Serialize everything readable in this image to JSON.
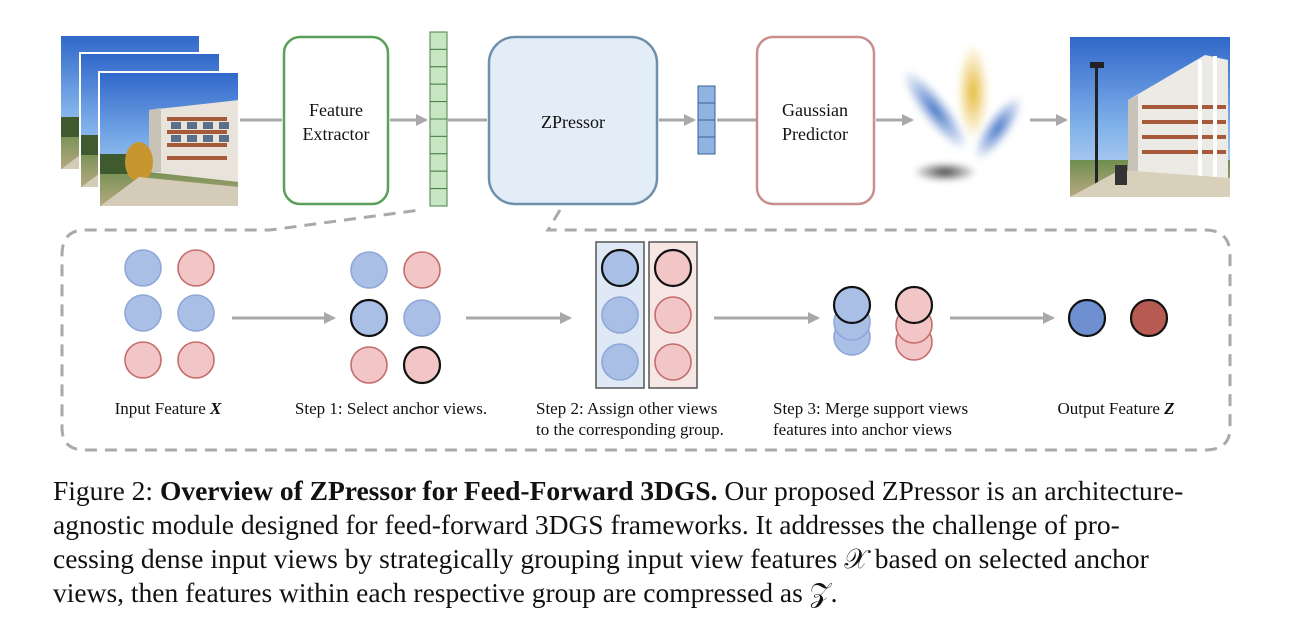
{
  "pipeline": {
    "feature_extractor": [
      "Feature",
      "Extractor"
    ],
    "zpressor": "ZPressor",
    "gaussian_predictor": [
      "Gaussian",
      "Predictor"
    ]
  },
  "steps": {
    "input": {
      "text": "Input Feature ",
      "symbol": "X"
    },
    "step1": [
      "Step 1: Select anchor views."
    ],
    "step2": [
      "Step 2: Assign other views",
      "to the corresponding group."
    ],
    "step3": [
      "Step 3: Merge support views",
      "features into anchor views"
    ],
    "output": {
      "text": "Output Feature ",
      "symbol": "Z"
    }
  },
  "caption": {
    "prefix": "Figure 2: ",
    "bold": "Overview of ZPressor for Feed-Forward 3DGS.",
    "line1_rest": " Our proposed ZPressor is an architecture-",
    "line2": "agnostic module designed for feed-forward 3DGS frameworks. It addresses the challenge of pro-",
    "line3": "cessing dense input views by strategically grouping input view features 𝒳 based on selected anchor",
    "line4": "views, then features within each respective group are compressed as 𝒵."
  },
  "colors": {
    "blue_fill": "#aabfe6",
    "blue_stroke": "#8ea7d8",
    "red_fill": "#f2c6c6",
    "red_stroke": "#c46d6d",
    "anchor_stroke": "#111111",
    "out_blue": "#6e8fd0",
    "out_red": "#b65a52",
    "green_box": "#5aa05a",
    "zpressor_fill": "#e3edf8",
    "zpressor_stroke": "#6f90ad",
    "gauss_stroke": "#c98f8f",
    "arrow": "#a9a9a9"
  }
}
